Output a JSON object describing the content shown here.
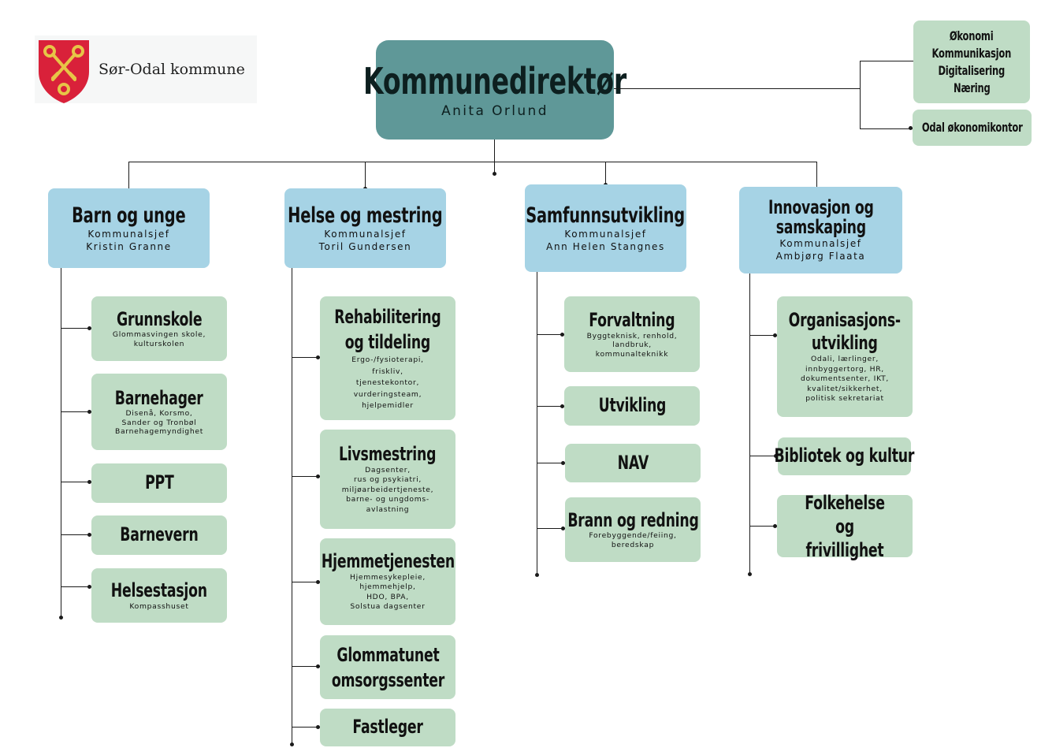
{
  "logo": {
    "text": "Sør-Odal kommune",
    "icon": "coat-of-arms-shield-icon",
    "colors": {
      "shield": "#d9213a",
      "keys": "#e7c547"
    }
  },
  "colors": {
    "director": "#5f9898",
    "division": "#a6d3e5",
    "unit": "#bfdcc5",
    "lines": "#1a1a1a"
  },
  "director": {
    "title": "Kommunedirektør",
    "name": "Anita Orlund"
  },
  "staff": [
    {
      "lines": [
        "Økonomi",
        "Kommunikasjon",
        "Digitalisering",
        "Næring"
      ]
    },
    {
      "lines": [
        "Odal økonomikontor"
      ]
    }
  ],
  "divisions": [
    {
      "title": "Barn og unge",
      "role": "Kommunalsjef",
      "name": "Kristin Granne",
      "units": [
        {
          "title": "Grunnskole",
          "desc": "Glommasvingen skole,\nkulturskolen"
        },
        {
          "title": "Barnehager",
          "desc": "Disenå, Korsmo,\nSander og Tronbøl\nBarnehagemyndighet"
        },
        {
          "title": "PPT",
          "desc": ""
        },
        {
          "title": "Barnevern",
          "desc": ""
        },
        {
          "title": "Helsestasjon",
          "desc": "Kompasshuset"
        }
      ]
    },
    {
      "title": "Helse og mestring",
      "role": "Kommunalsjef",
      "name": "Toril Gundersen",
      "units": [
        {
          "title": "Rehabilitering\nog tildeling",
          "desc": "Ergo-/fysioterapi,\nfriskliv,\ntjenestekontor,\nvurderingsteam,\nhjelpemidler"
        },
        {
          "title": "Livsmestring",
          "desc": "Dagsenter,\nrus og psykiatri,\nmiljøarbeidertjeneste,\nbarne- og ungdoms-\navlastning"
        },
        {
          "title": "Hjemmetjenesten",
          "desc": "Hjemmesykepleie,\nhjemmehjelp,\nHDO, BPA,\nSolstua dagsenter"
        },
        {
          "title": "Glommatunet\nomsorgssenter",
          "desc": ""
        },
        {
          "title": "Fastleger",
          "desc": ""
        }
      ]
    },
    {
      "title": "Samfunnsutvikling",
      "role": "Kommunalsjef",
      "name": "Ann Helen Stangnes",
      "units": [
        {
          "title": "Forvaltning",
          "desc": "Byggteknisk, renhold,\nlandbruk,\nkommunalteknikk"
        },
        {
          "title": "Utvikling",
          "desc": ""
        },
        {
          "title": "NAV",
          "desc": ""
        },
        {
          "title": "Brann og redning",
          "desc": "Forebyggende/feiing,\nberedskap"
        }
      ]
    },
    {
      "title": "Innovasjon og\nsamskaping",
      "role": "Kommunalsjef",
      "name": "Ambjørg Flaata",
      "units": [
        {
          "title": "Organisasjons-\nutvikling",
          "desc": "Odali, lærlinger,\ninnbyggertorg, HR,\ndokumentsenter, IKT,\nkvalitet/sikkerhet,\npolitisk sekretariat"
        },
        {
          "title": "Bibliotek og kultur",
          "desc": ""
        },
        {
          "title": "Folkehelse og\nfrivillighet",
          "desc": ""
        }
      ]
    }
  ]
}
